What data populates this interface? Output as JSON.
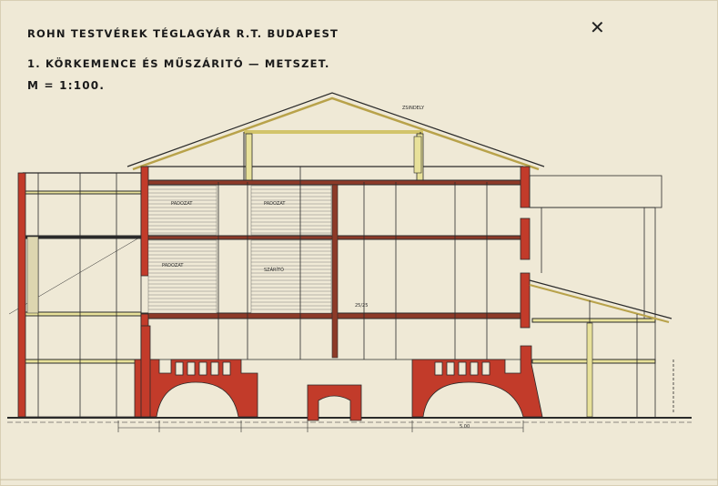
{
  "sheet": {
    "title_line1": "ROHN TESTVÉREK TÉGLAGYÁR R.T. BUDAPEST",
    "title_line2": "1. KÖRKEMENCE ÉS MŰSZÁRITÓ — METSZET.",
    "title_line3": "M = 1:100.",
    "corner_mark": "✕"
  },
  "colors": {
    "paper": "#efe9d6",
    "ink": "#2a2a2a",
    "brick": "#c23b2a",
    "timber": "#e8e19a"
  },
  "annotations": {
    "roof_note": "ZSINDELY",
    "floor_label_left_upper": "PADOZAT",
    "floor_label_right_upper": "PADOZAT",
    "floor_label_left_mid": "PADOZAT",
    "floor_label_right_mid": "SZÁRÍTÓ",
    "beam_note": "25/25",
    "span_note": "5.00"
  }
}
